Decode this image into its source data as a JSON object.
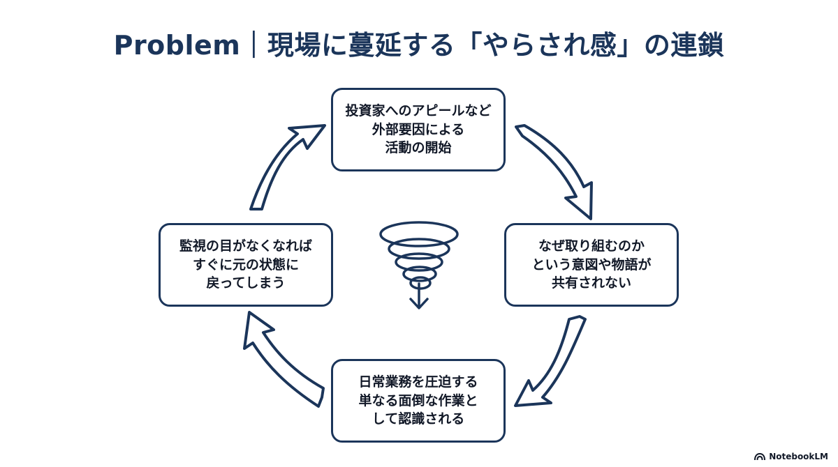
{
  "title": "Problem｜現場に蔓延する「やらされ感」の連鎖",
  "cycle": [
    {
      "id": "top",
      "text": "投資家へのアピールなど\n外部要因による\n活動の開始"
    },
    {
      "id": "right",
      "text": "なぜ取り組むのか\nという意図や物語が\n共有されない"
    },
    {
      "id": "bottom",
      "text": "日常業務を圧迫する\n単なる面倒な作業と\nして認識される"
    },
    {
      "id": "left",
      "text": "監視の目がなくなれば\nすぐに元の状態に\n戻ってしまう"
    }
  ],
  "center_icon": "tornado-spiral-down-icon",
  "watermark": {
    "icon": "notebooklm-icon",
    "text": "NotebookLM"
  },
  "colors": {
    "primary": "#1b355a",
    "text": "#111827",
    "background": "#ffffff"
  }
}
